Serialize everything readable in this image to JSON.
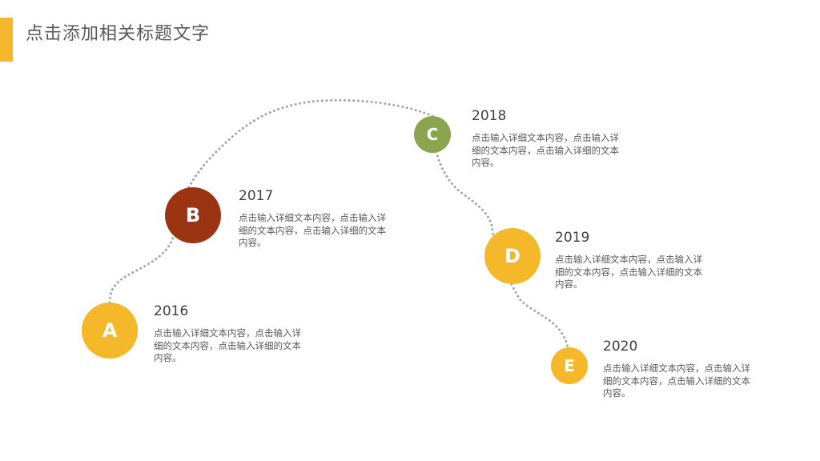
{
  "title": "点击添加相关标题文字",
  "colors": {
    "accent": "#F5B82A",
    "olive": "#8AA54E",
    "rust": "#9A3412",
    "path": "#A6A6A6"
  },
  "milestones": [
    {
      "letter": "A",
      "year": "2016",
      "text": "点击输入详细文本内容，点击输入详细的文本内容，点击输入详细的文本内容。",
      "color": "#F5B82A"
    },
    {
      "letter": "B",
      "year": "2017",
      "text": "点击输入详细文本内容，点击输入详细的文本内容，点击输入详细的文本内容。",
      "color": "#9A3412"
    },
    {
      "letter": "C",
      "year": "2018",
      "text": "点击输入详细文本内容，点击输入详细的文本内容，点击输入详细的文本内容。",
      "color": "#8AA54E"
    },
    {
      "letter": "D",
      "year": "2019",
      "text": "点击输入详细文本内容，点击输入详细的文本内容，点击输入详细的文本内容。",
      "color": "#F5B82A"
    },
    {
      "letter": "E",
      "year": "2020",
      "text": "点击输入详细文本内容，点击输入详细的文本内容，点击输入详细的文本内容。",
      "color": "#F5B82A"
    }
  ]
}
